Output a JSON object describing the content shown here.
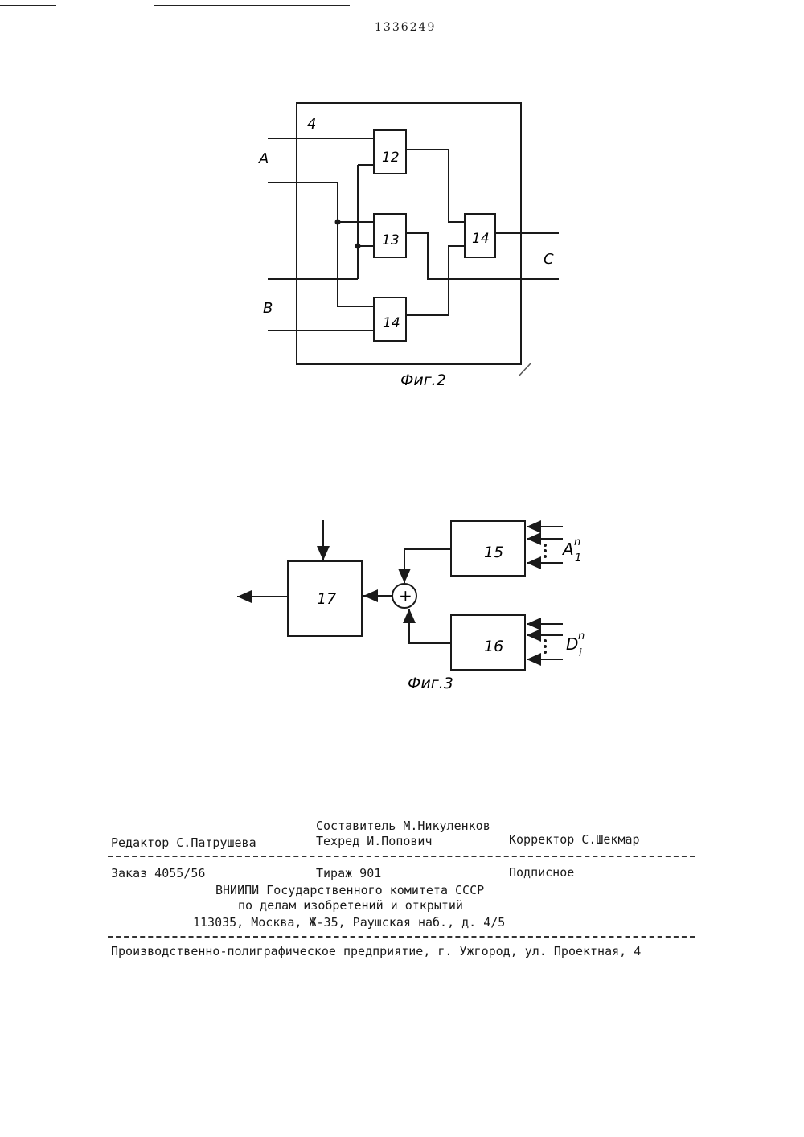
{
  "header": {
    "patent_number": "1336249"
  },
  "figure2": {
    "caption": "Фиг.2",
    "block_label": "4",
    "inputs": {
      "a": "A",
      "b": "B"
    },
    "output": "C",
    "blocks": [
      "12",
      "13",
      "14",
      "14"
    ]
  },
  "figure3": {
    "caption": "Фиг.3",
    "blocks": [
      "15",
      "16",
      "17"
    ],
    "adder_symbol": "+",
    "input_a_label": "A",
    "input_a_sup": "n",
    "input_a_sub": "1",
    "input_d_label": "D",
    "input_d_sup": "n",
    "input_d_sub": "i"
  },
  "imprint": {
    "compiler": "Составитель М.Никуленков",
    "editor": "Редактор С.Патрушева",
    "techred": "Техред И.Попович",
    "corrector": "Корректор С.Шекмар",
    "order": "Заказ 4055/56",
    "circulation": "Тираж 901",
    "subscription": "Подписное",
    "org_line1": "ВНИИПИ Государственного комитета СССР",
    "org_line2": "по делам изобретений и открытий",
    "address": "113035, Москва, Ж-35, Раушская наб., д. 4/5",
    "printer": "Производственно-полиграфическое предприятие, г. Ужгород, ул. Проектная, 4"
  }
}
